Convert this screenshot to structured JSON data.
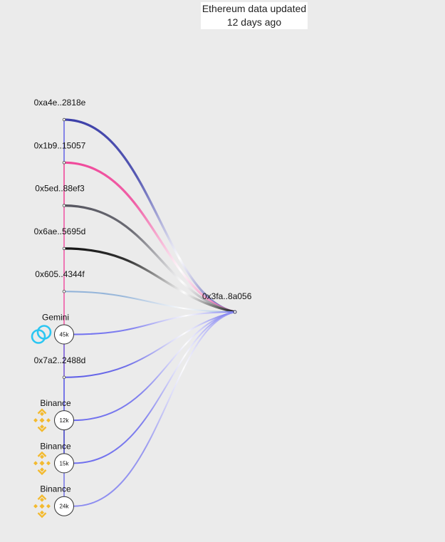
{
  "update_notice": {
    "line1": "Ethereum data updated",
    "line2": "12 days ago"
  },
  "target": {
    "label": "0x3fa..8a056"
  },
  "sources": [
    {
      "label": "0xa4e..2818e",
      "kind": "address",
      "edge_color": "#3b3ea8",
      "spine_color": "#6b6be6"
    },
    {
      "label": "0x1b9..15057",
      "kind": "address",
      "edge_color": "#f0479a",
      "spine_color": "#f0479a"
    },
    {
      "label": "0x5ed..88ef3",
      "kind": "address",
      "edge_color": "#55555f",
      "spine_color": "#ee5aa6"
    },
    {
      "label": "0x6ae..5695d",
      "kind": "address",
      "edge_color": "#111111",
      "spine_color": "#ee5aa6"
    },
    {
      "label": "0x605..4344f",
      "kind": "address",
      "edge_color": "#8db0d8",
      "spine_color": "#ee5aa6"
    },
    {
      "label": "Gemini",
      "kind": "exchange",
      "icon": "gemini-logo-icon",
      "badge": "45k",
      "edge_color": "#6e6ef0",
      "spine_color": "#7a5ad8"
    },
    {
      "label": "0x7a2..2488d",
      "kind": "address",
      "edge_color": "#5a5ae8",
      "spine_color": "#5a5ae8"
    },
    {
      "label": "Binance",
      "kind": "exchange",
      "icon": "binance-logo-icon",
      "badge": "12k",
      "edge_color": "#6c6cee",
      "spine_color": "#4646c8"
    },
    {
      "label": "Binance",
      "kind": "exchange",
      "icon": "binance-logo-icon",
      "badge": "15k",
      "edge_color": "#6c6cee",
      "spine_color": "#7a7ae8"
    },
    {
      "label": "Binance",
      "kind": "exchange",
      "icon": "binance-logo-icon",
      "badge": "24k",
      "edge_color": "#8a8af0",
      "spine_color": "#9a9af0"
    }
  ],
  "colors": {
    "background": "#ebebeb",
    "gemini": "#2bc6f2",
    "binance": "#f3ba2f"
  }
}
